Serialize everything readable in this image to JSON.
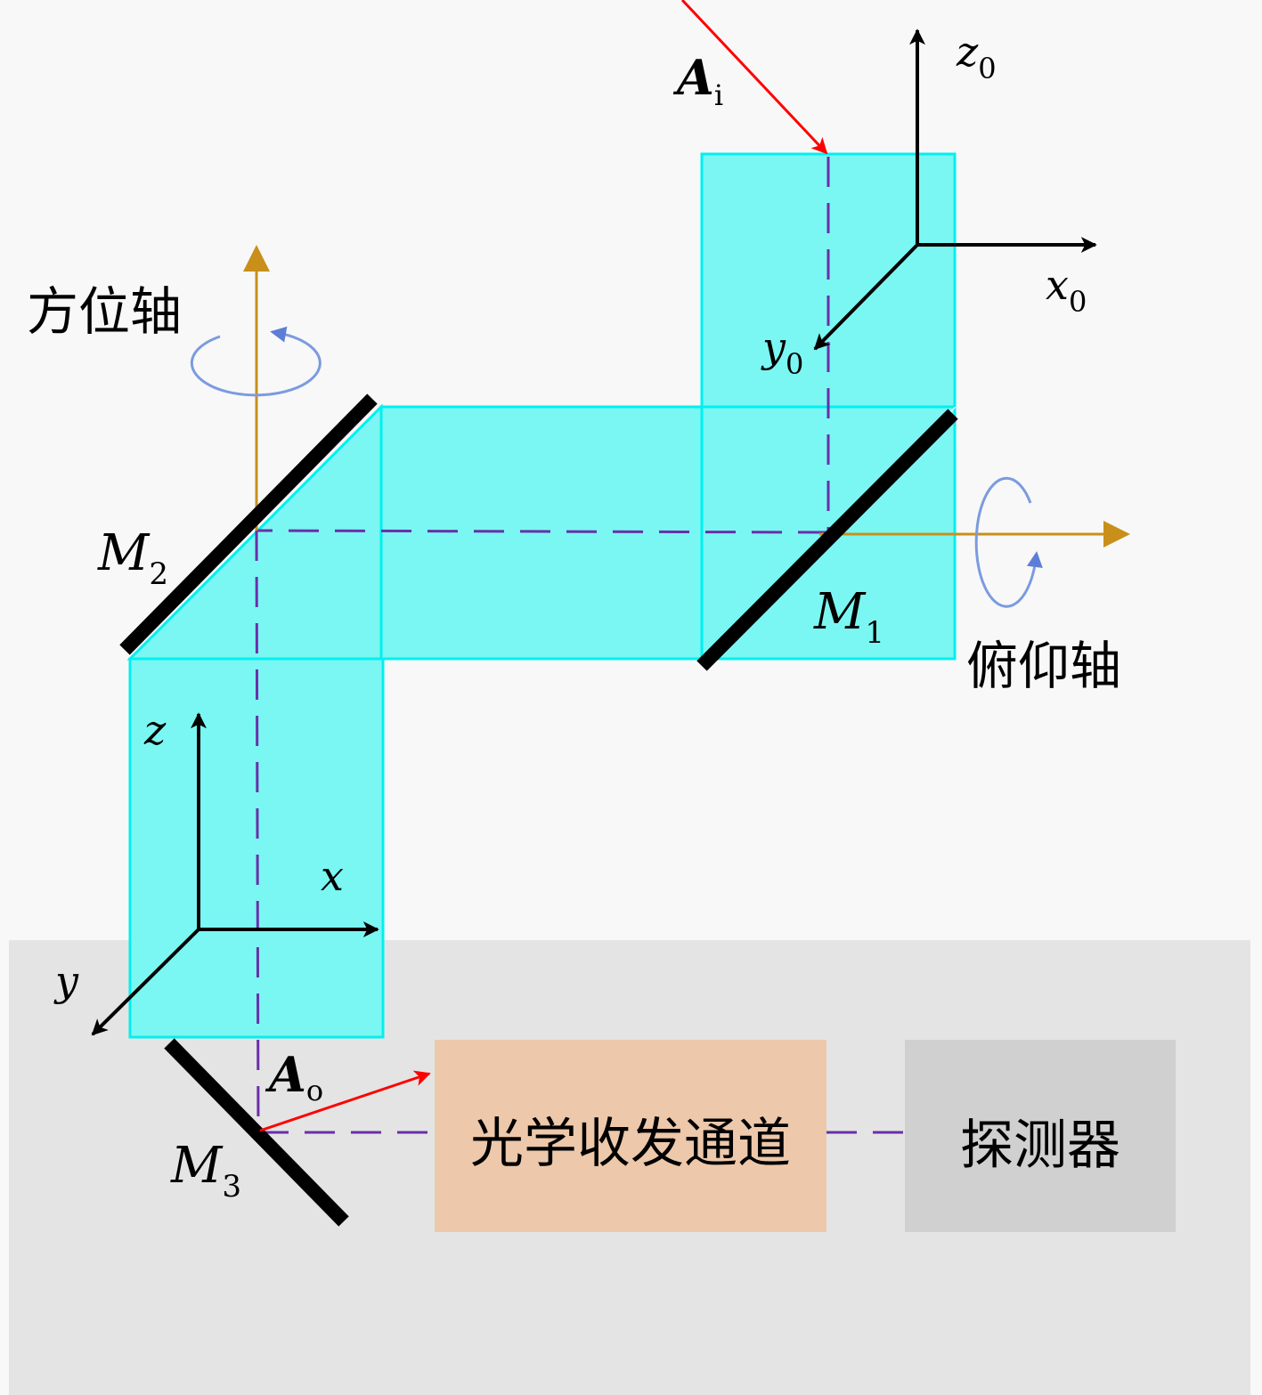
{
  "colors": {
    "background": "#f8f8f8",
    "base_panel": "#e4e4e4",
    "beam": "#7af7f3",
    "beam_edge": "#00f0f0",
    "mirror": "#000000",
    "optical_path": "#6a2fa8",
    "ray": "#ff0000",
    "rotation_axis": "#c8901a",
    "rotation_arrow": "#7b9be0",
    "transceiver_box": "#edc8aa",
    "detector_box": "#d0d0d0"
  },
  "labels": {
    "azimuth_axis": "方位轴",
    "elevation_axis": "俯仰轴",
    "transceiver": "光学收发通道",
    "detector": "探测器",
    "mirror_1": {
      "main": "M",
      "sub": "1"
    },
    "mirror_2": {
      "main": "M",
      "sub": "2"
    },
    "mirror_3": {
      "main": "M",
      "sub": "3"
    },
    "incident_ray": {
      "main": "A",
      "sub": "i"
    },
    "output_ray": {
      "main": "A",
      "sub": "o"
    },
    "frame0": {
      "x": {
        "main": "x",
        "sub": "0"
      },
      "y": {
        "main": "y",
        "sub": "0"
      },
      "z": {
        "main": "z",
        "sub": "0"
      }
    },
    "frame": {
      "x": "x",
      "y": "y",
      "z": "z"
    }
  }
}
